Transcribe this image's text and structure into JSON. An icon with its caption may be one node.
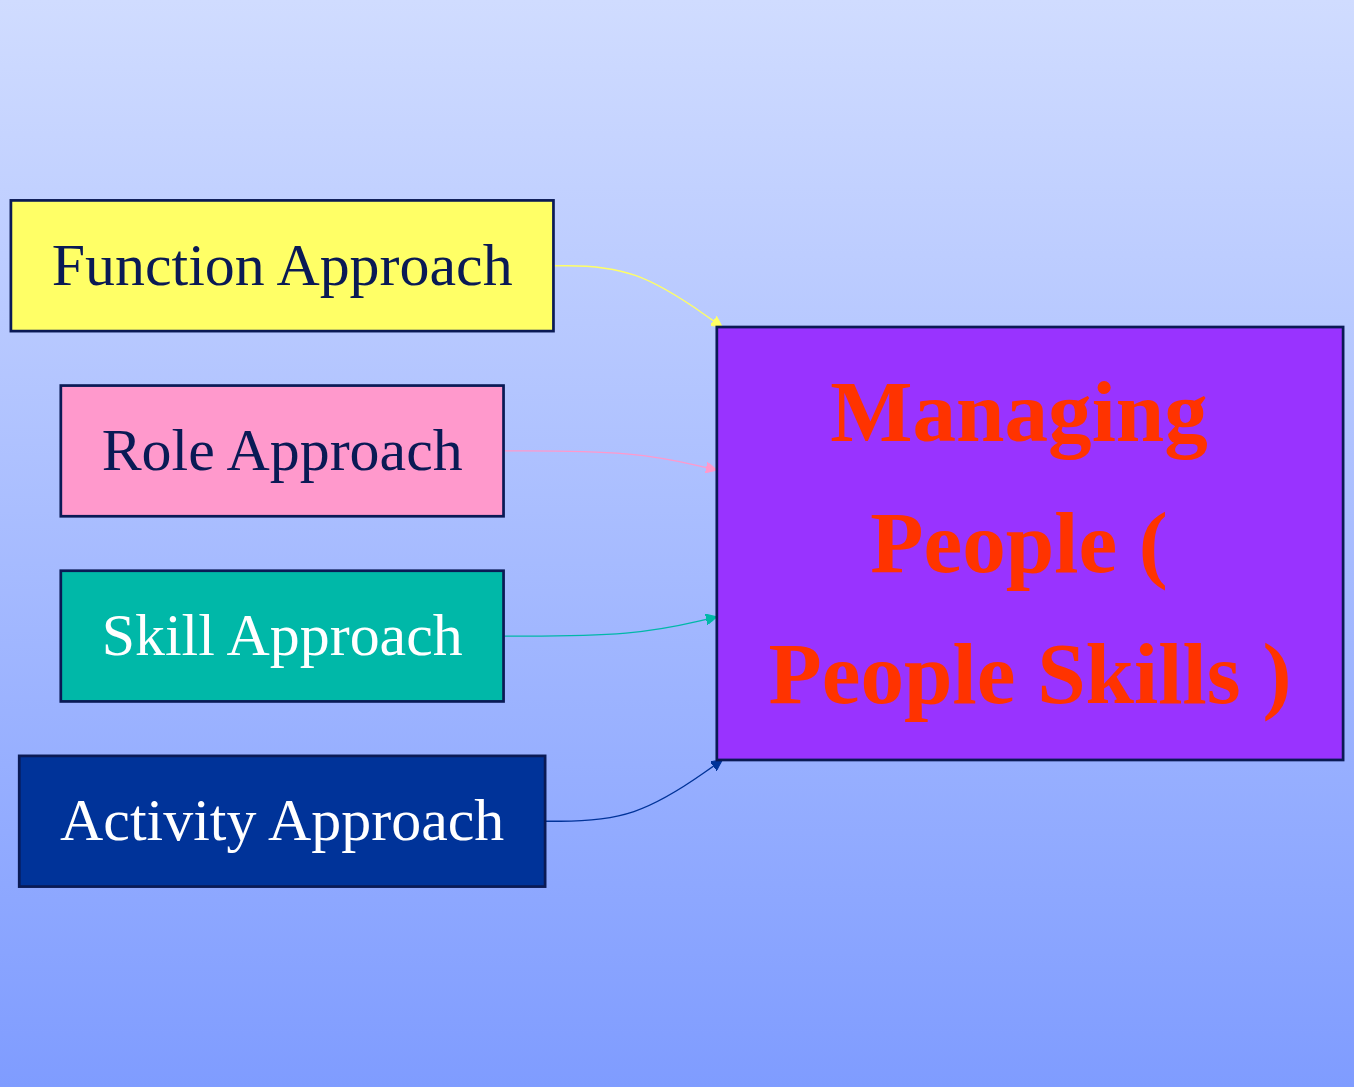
{
  "diagram": {
    "nodes": [
      {
        "text": [
          "Function Approach"
        ]
      },
      {
        "text": [
          "Role Approach"
        ]
      },
      {
        "text": [
          "Skill Approach"
        ]
      },
      {
        "text": [
          "Activity Approach"
        ]
      },
      {
        "text": [
          "Managing People ( People Skills )"
        ]
      }
    ],
    "edges": [
      {
        "from": 0,
        "to": 4,
        "arrow": "to",
        "color": "#ffff66"
      },
      {
        "from": 1,
        "to": 4,
        "arrow": "to",
        "color": "#ff99cc"
      },
      {
        "from": 2,
        "to": 4,
        "arrow": "to",
        "color": "#00b8a8"
      },
      {
        "from": 3,
        "to": 4,
        "arrow": "to",
        "color": "#003399"
      }
    ]
  }
}
